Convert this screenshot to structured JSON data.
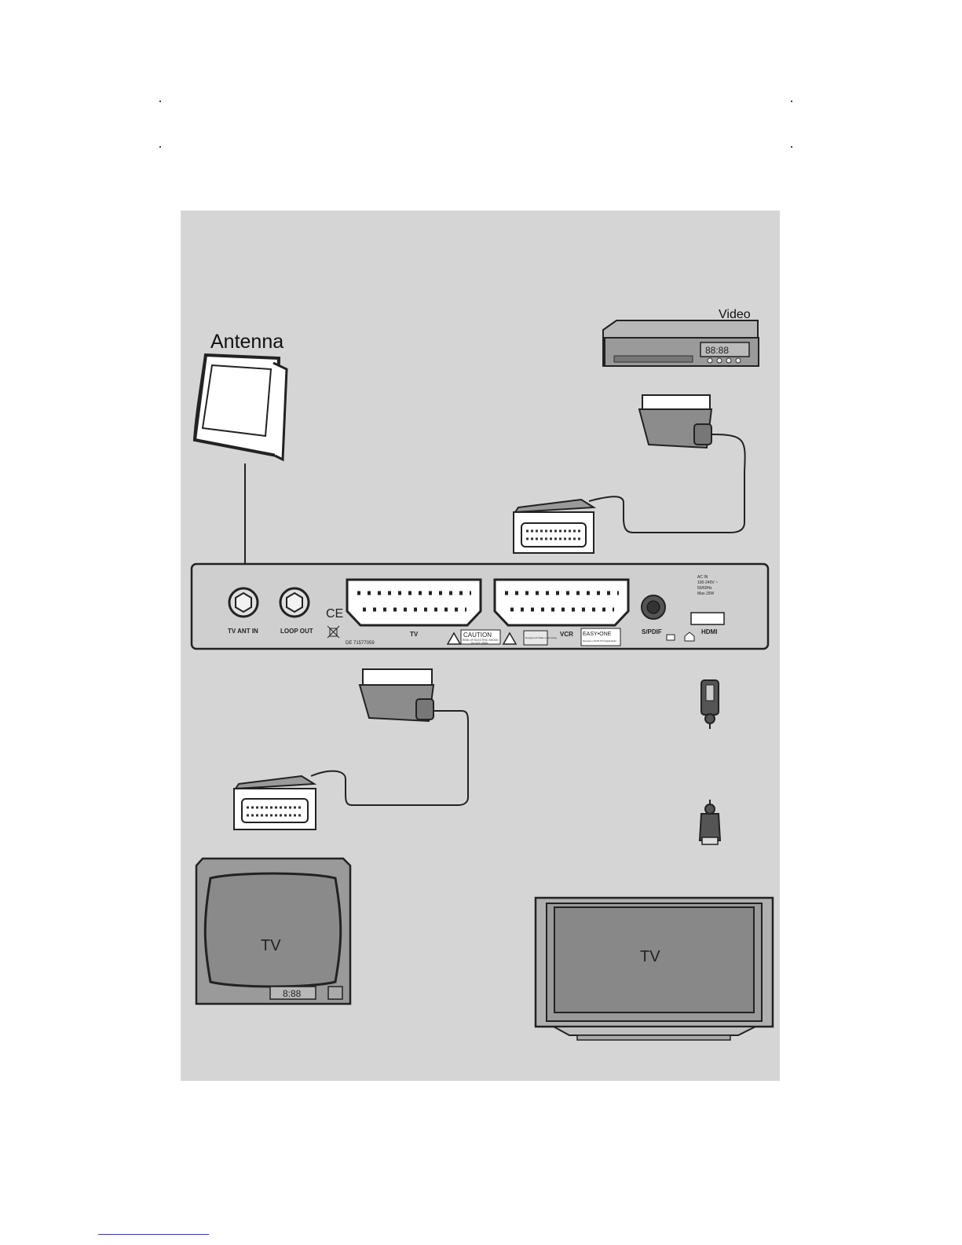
{
  "diagram": {
    "antenna_label": "Antenna",
    "video_label": "Video",
    "video_display": "88:88",
    "receiver": {
      "tv_ant_in_label": "TV ANT IN",
      "loop_out_label": "LOOP OUT",
      "tv_scart_label": "TV",
      "vcr_scart_label": "VCR",
      "spdif_label": "S/PDIF",
      "hdmi_label": "HDMI",
      "ce_mark": "CE",
      "model_code": "DE 71577059",
      "caution_title": "CAUTION",
      "caution_text": "RISK OF ELECTRIC SHOCK",
      "caution_sub": "DO NOT OPEN",
      "designed_text": "Designed & Made in Germany",
      "easyone_title": "EASY•ONE",
      "easyone_text": "Reception of DVB-T/T2 Digital Media",
      "power_lines": [
        "AC IN",
        "100-240V ~",
        "50/60Hz",
        "Max.15W"
      ]
    },
    "crt_tv_label": "TV",
    "crt_tv_display": "8:88",
    "flat_tv_label": "TV"
  },
  "colors": {
    "panel_background": "#d5d5d5",
    "device_gray": "#999999",
    "outline": "#222222",
    "footnote_rule": "#2d2dff"
  }
}
